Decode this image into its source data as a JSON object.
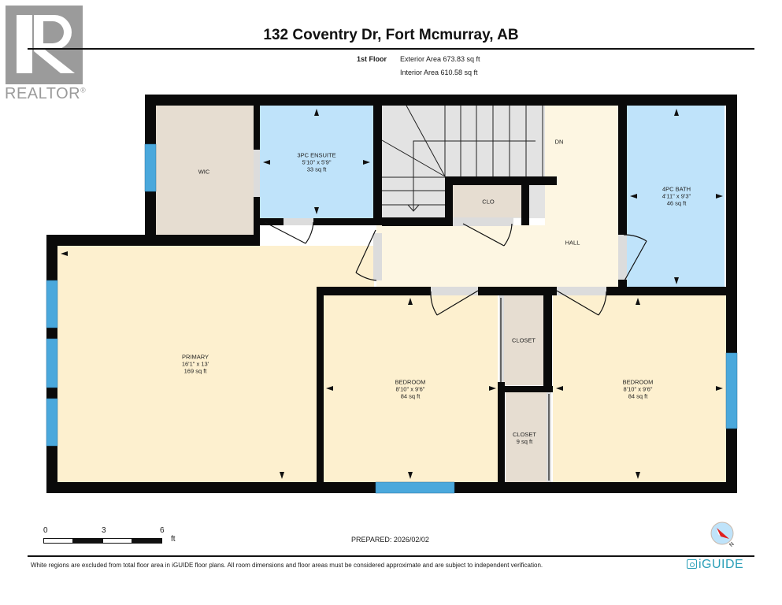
{
  "header": {
    "title": "132 Coventry Dr, Fort Mcmurray, AB",
    "floor": "1st Floor",
    "exterior_area": "Exterior Area 673.83 sq ft",
    "interior_area": "Interior Area 610.58 sq ft"
  },
  "logo": {
    "brand": "REALTOR",
    "mark": "®",
    "color": "#9b9b9b"
  },
  "rooms": [
    {
      "name": "WIC",
      "dims": "",
      "area": ""
    },
    {
      "name": "3PC ENSUITE",
      "dims": "5'10\" x 5'9\"",
      "area": "33 sq ft"
    },
    {
      "name": "DN",
      "dims": "",
      "area": ""
    },
    {
      "name": "CLO",
      "dims": "",
      "area": ""
    },
    {
      "name": "HALL",
      "dims": "",
      "area": ""
    },
    {
      "name": "4PC BATH",
      "dims": "4'11\" x 9'3\"",
      "area": "46 sq ft"
    },
    {
      "name": "PRIMARY",
      "dims": "16'1\" x 13'",
      "area": "169 sq ft"
    },
    {
      "name": "BEDROOM",
      "dims": "8'10\" x 9'6\"",
      "area": "84 sq ft"
    },
    {
      "name": "CLOSET",
      "dims": "",
      "area": ""
    },
    {
      "name": "CLOSET",
      "dims": "",
      "area": "9 sq ft"
    },
    {
      "name": "BEDROOM",
      "dims": "8'10\" x 9'6\"",
      "area": "84 sq ft"
    }
  ],
  "colors": {
    "wall": "#0a0a0a",
    "living": "#fdf0cf",
    "bath": "#bfe3fa",
    "closet": "#e6ddd1",
    "stairs": "#e3e3e3",
    "hall": "#fdf6e2",
    "window": "#4aa8dc",
    "brand": "#2a9fb8"
  },
  "scale": {
    "ticks": [
      "0",
      "3",
      "6"
    ],
    "unit": "ft"
  },
  "prepared": "PREPARED: 2026/02/02",
  "footer": {
    "disclaimer": "White regions are excluded from total floor area in iGUIDE floor plans. All room dimensions and floor areas must be considered approximate and are subject to independent verification.",
    "brand": "iGUIDE",
    "compass_label": "N"
  }
}
